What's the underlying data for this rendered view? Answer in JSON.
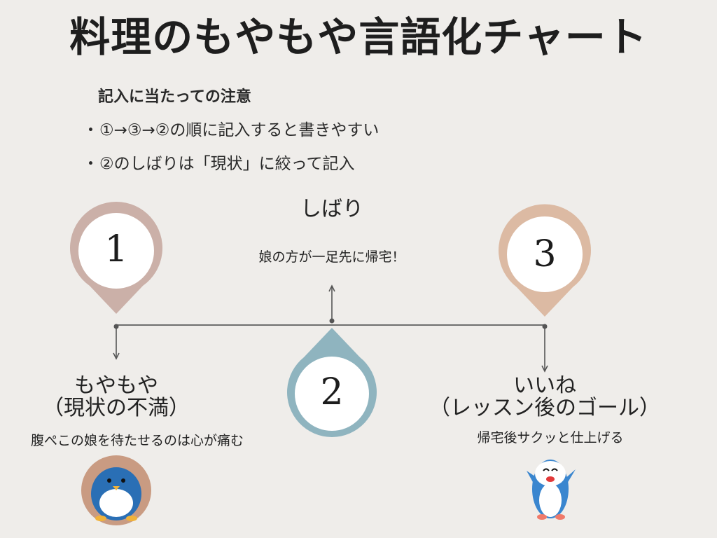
{
  "title": "料理のもやもや言語化チャート",
  "notice": {
    "heading": "記入に当たっての注意",
    "items": [
      "①→③→②の順に記入すると書きやすい",
      "②のしばりは「現状」に絞って記入"
    ],
    "bullet": "・"
  },
  "steps": [
    {
      "number": "1",
      "title_line1": "もやもや",
      "title_line2": "（現状の不満）",
      "description": "腹ぺこの娘を待たせるのは心が痛む",
      "marker_color": "#cbb0a8"
    },
    {
      "number": "2",
      "title": "しばり",
      "description": "娘の方が一足先に帰宅！",
      "marker_color": "#8fb4bf"
    },
    {
      "number": "3",
      "title_line1": "いいね",
      "title_line2": "（レッスン後のゴール）",
      "description": "帰宅後サクッと仕上げる",
      "marker_color": "#dcbaa3"
    }
  ],
  "colors": {
    "background": "#efedea",
    "timeline": "#6e6e6e"
  },
  "icons": [
    "penguin-icon-round",
    "penguin-icon-cheering"
  ]
}
